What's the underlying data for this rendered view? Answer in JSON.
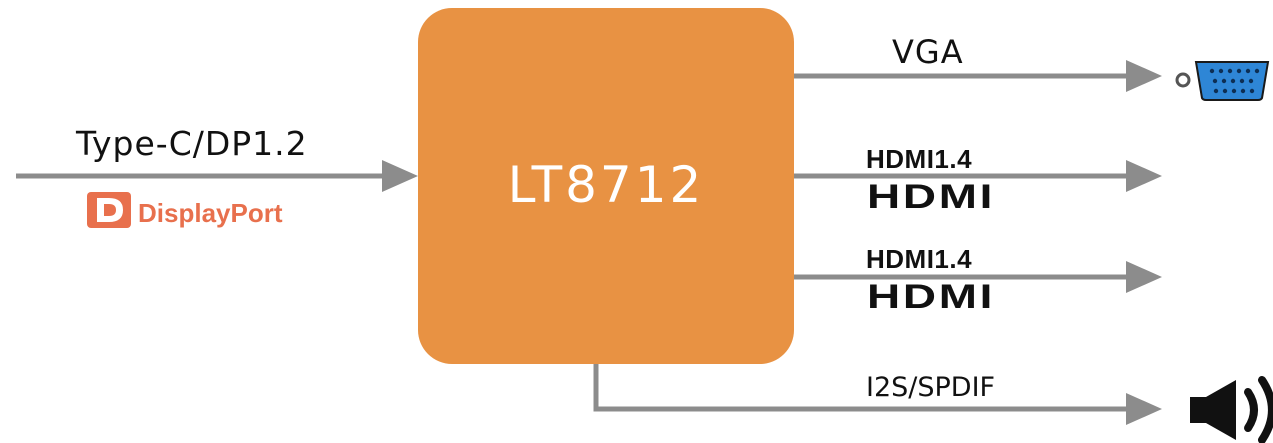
{
  "chip": {
    "label": "LT8712"
  },
  "input": {
    "label": "Type-C/DP1.2",
    "logo_text": "DisplayPort",
    "logo_color": "#E8704D"
  },
  "outputs": {
    "vga": {
      "label": "VGA",
      "connector_color": "#2E86D6"
    },
    "hdmi_1": {
      "version": "HDMI1.4",
      "logo": "HDMI"
    },
    "hdmi_2": {
      "version": "HDMI1.4",
      "logo": "HDMI"
    },
    "audio": {
      "label": "I2S/SPDIF"
    }
  },
  "colors": {
    "chip": "#E89243",
    "arrow": "#8C8C8C"
  },
  "icons": [
    "displayport-logo-icon",
    "vga-connector-icon",
    "speaker-icon"
  ]
}
